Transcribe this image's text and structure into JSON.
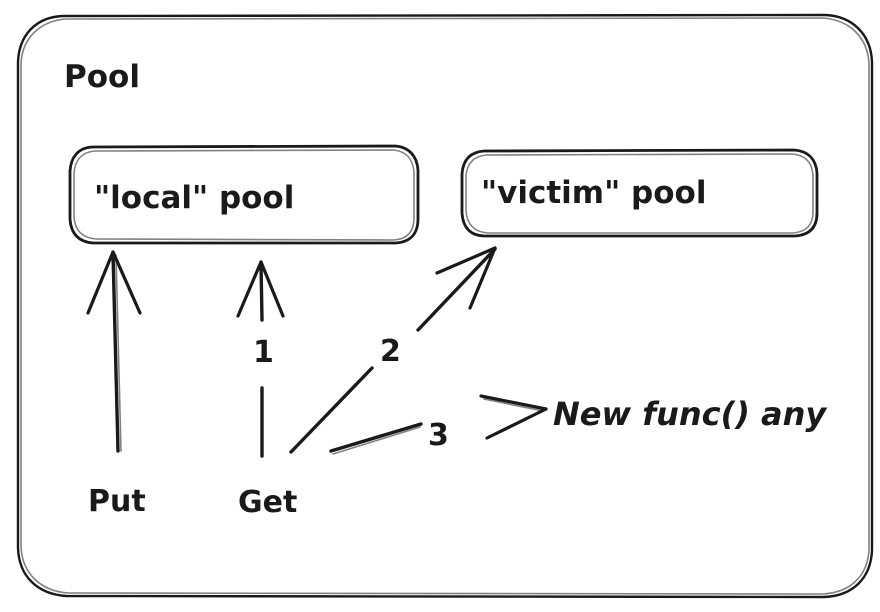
{
  "diagram": {
    "title": "Pool",
    "style": "hand-drawn sketch",
    "ink_color": "#1a1a1a",
    "background_color": "#ffffff",
    "containers": [
      {
        "id": "outer",
        "label": "Pool"
      }
    ],
    "boxes": [
      {
        "id": "local-pool",
        "label": "\"local\" pool"
      },
      {
        "id": "victim-pool",
        "label": "\"victim\" pool"
      }
    ],
    "operations": [
      {
        "id": "put",
        "label": "Put"
      },
      {
        "id": "get",
        "label": "Get"
      }
    ],
    "steps": [
      {
        "id": "step-1",
        "label": "1"
      },
      {
        "id": "step-2",
        "label": "2"
      },
      {
        "id": "step-3",
        "label": "3"
      }
    ],
    "annotations": [
      {
        "id": "new-func",
        "label": "New func() any"
      }
    ]
  }
}
